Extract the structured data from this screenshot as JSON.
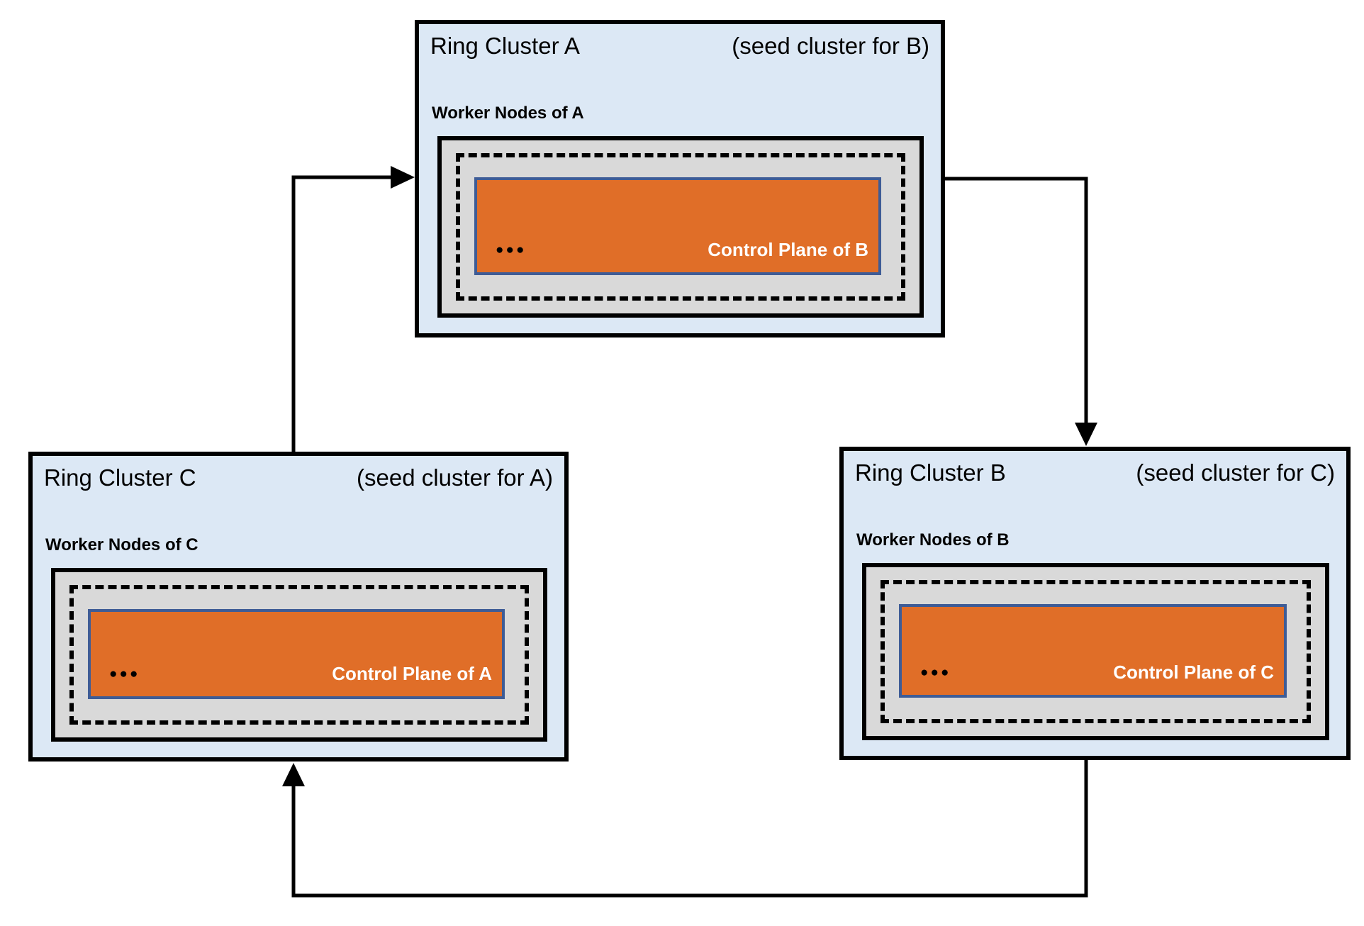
{
  "diagram": {
    "clusters": [
      {
        "key": "a",
        "title": "Ring Cluster A",
        "subtitle": "(seed cluster for B)",
        "worker_label": "Worker Nodes of A",
        "control_plane_label": "Control Plane of B",
        "dots": "●●●"
      },
      {
        "key": "c",
        "title": "Ring Cluster C",
        "subtitle": "(seed cluster for A)",
        "worker_label": "Worker Nodes of C",
        "control_plane_label": "Control Plane of A",
        "dots": "●●●"
      },
      {
        "key": "b",
        "title": "Ring Cluster B",
        "subtitle": "(seed cluster for C)",
        "worker_label": "Worker Nodes of B",
        "control_plane_label": "Control Plane of C",
        "dots": "●●●"
      }
    ],
    "arrows": [
      {
        "from": "Ring Cluster C",
        "to": "Ring Cluster A"
      },
      {
        "from": "Ring Cluster A",
        "to": "Ring Cluster B"
      },
      {
        "from": "Ring Cluster B",
        "to": "Ring Cluster C"
      }
    ],
    "colors": {
      "cluster_fill": "#dce8f5",
      "node_fill": "#d9d9d9",
      "control_plane_fill": "#e06e28",
      "control_plane_border": "#3e5c96",
      "border": "#000000",
      "control_plane_text": "#ffffff"
    }
  }
}
